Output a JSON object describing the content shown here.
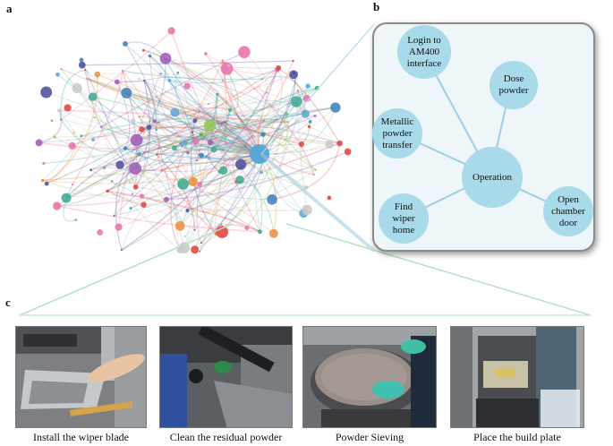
{
  "panel_labels": {
    "a": "a",
    "b": "b",
    "c": "c"
  },
  "operation_map": {
    "center": "Operation",
    "nodes": [
      {
        "id": "login",
        "label": "Login to\nAM400\ninterface"
      },
      {
        "id": "dose",
        "label": "Dose\npowder"
      },
      {
        "id": "transfer",
        "label": "Metallic\npowder\ntransfer"
      },
      {
        "id": "wiper-home",
        "label": "Find\nwiper\nhome"
      },
      {
        "id": "chamber",
        "label": "Open\nchamber\ndoor"
      }
    ],
    "node_color": "#a9dae9",
    "edge_color": "#9ccfe1"
  },
  "network_colors": [
    "#3b7fb8",
    "#5aa6d6",
    "#e0403a",
    "#8ec74f",
    "#9b59b6",
    "#f08c3a",
    "#3aa98f",
    "#e86fa7",
    "#c9c9c9",
    "#4a4a9a"
  ],
  "photos": [
    {
      "id": "wiper-blade",
      "caption": "Install the wiper blade"
    },
    {
      "id": "residual-powder",
      "caption": "Clean the residual powder"
    },
    {
      "id": "powder-sieving",
      "caption": "Powder Sieving"
    },
    {
      "id": "build-plate",
      "caption": "Place the build plate"
    }
  ]
}
